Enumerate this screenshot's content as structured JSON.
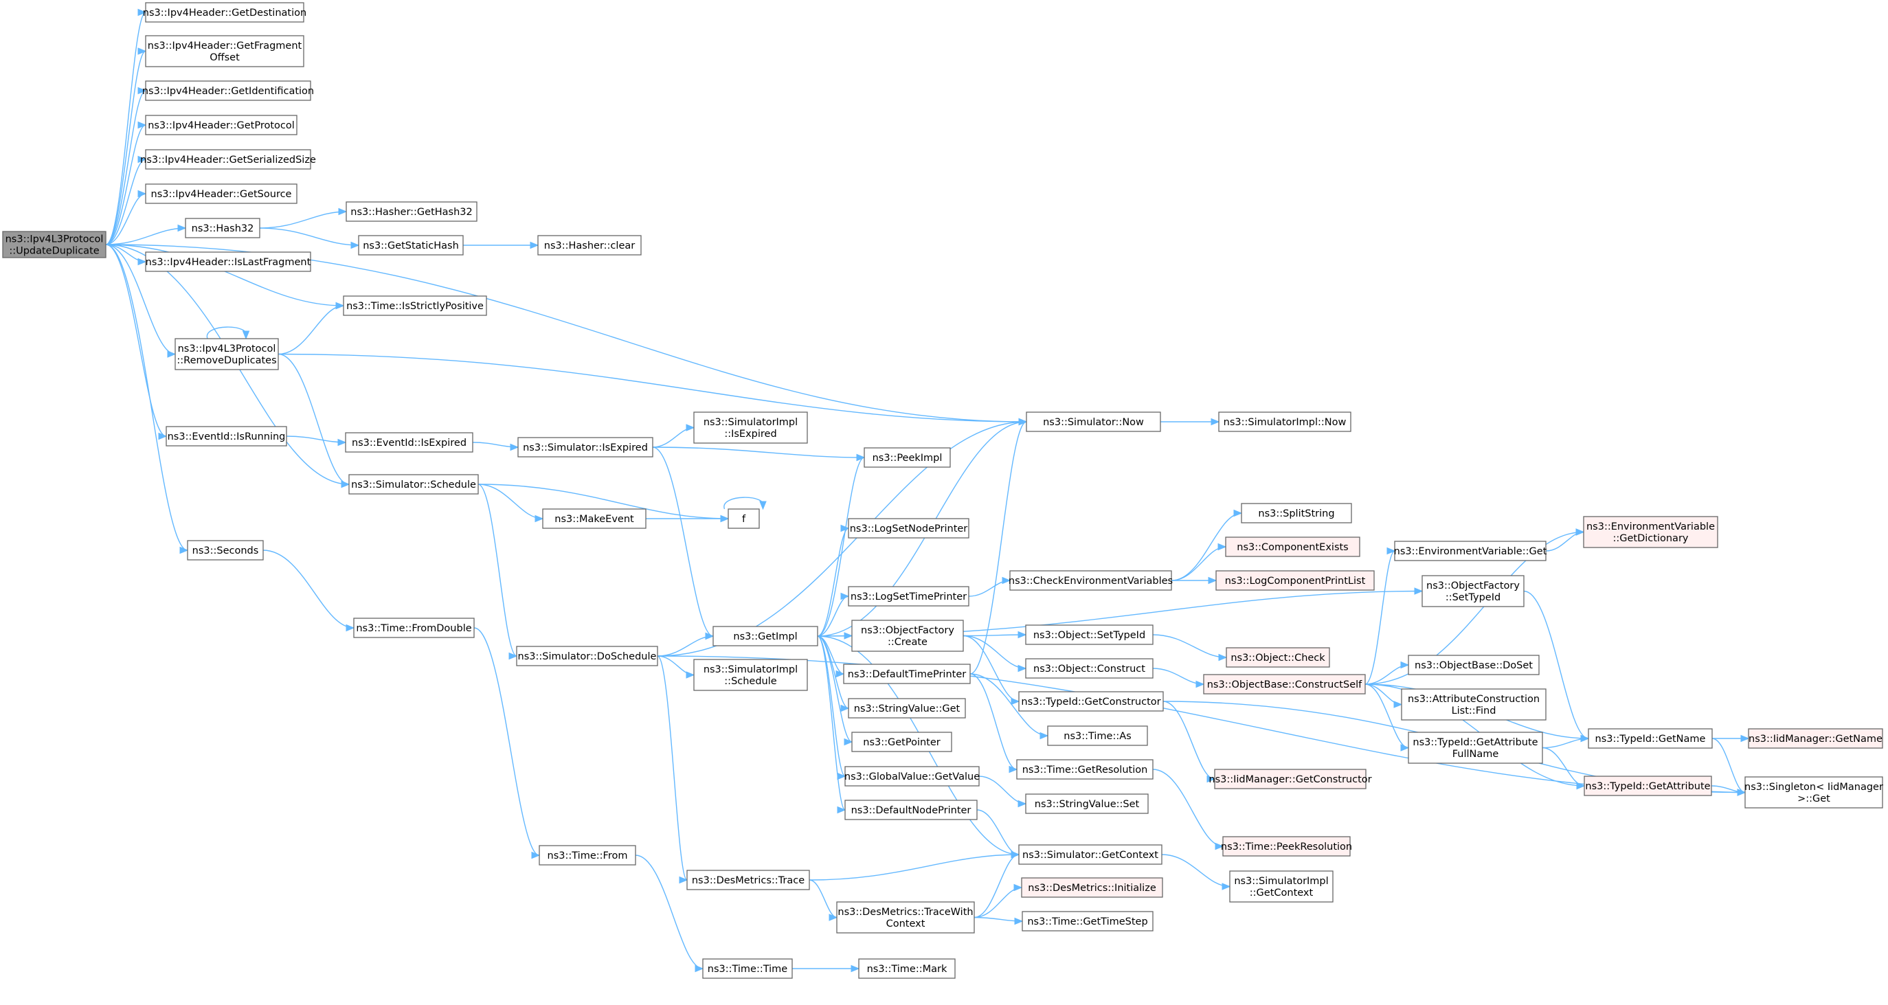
{
  "colors": {
    "edge": "#63b8ff",
    "node_fill": "#ffffff",
    "node_border": "#666666",
    "root_fill": "#999999",
    "truncated_border": "#ff0000",
    "truncated_fill": "#fff0f0"
  },
  "nodes": [
    {
      "id": "root",
      "lines": [
        "ns3::Ipv4L3Protocol",
        "::UpdateDuplicate"
      ],
      "style": "root"
    },
    {
      "id": "getdest",
      "lines": [
        "ns3::Ipv4Header::GetDestination"
      ]
    },
    {
      "id": "getfrag",
      "lines": [
        "ns3::Ipv4Header::GetFragment",
        "Offset"
      ]
    },
    {
      "id": "getident",
      "lines": [
        "ns3::Ipv4Header::GetIdentification"
      ]
    },
    {
      "id": "getproto",
      "lines": [
        "ns3::Ipv4Header::GetProtocol"
      ]
    },
    {
      "id": "getser",
      "lines": [
        "ns3::Ipv4Header::GetSerializedSize"
      ]
    },
    {
      "id": "getsrc",
      "lines": [
        "ns3::Ipv4Header::GetSource"
      ]
    },
    {
      "id": "hash32",
      "lines": [
        "ns3::Hash32"
      ]
    },
    {
      "id": "islast",
      "lines": [
        "ns3::Ipv4Header::IsLastFragment"
      ]
    },
    {
      "id": "removedup",
      "lines": [
        "ns3::Ipv4L3Protocol",
        "::RemoveDuplicates"
      ]
    },
    {
      "id": "evrunning",
      "lines": [
        "ns3::EventId::IsRunning"
      ]
    },
    {
      "id": "seconds",
      "lines": [
        "ns3::Seconds"
      ]
    },
    {
      "id": "hashergethash",
      "lines": [
        "ns3::Hasher::GetHash32"
      ]
    },
    {
      "id": "getstatichash",
      "lines": [
        "ns3::GetStaticHash"
      ]
    },
    {
      "id": "hasherclear",
      "lines": [
        "ns3::Hasher::clear"
      ]
    },
    {
      "id": "isstrictly",
      "lines": [
        "ns3::Time::IsStrictlyPositive"
      ]
    },
    {
      "id": "evexpired",
      "lines": [
        "ns3::EventId::IsExpired"
      ]
    },
    {
      "id": "schedule",
      "lines": [
        "ns3::Simulator::Schedule"
      ]
    },
    {
      "id": "fromdouble",
      "lines": [
        "ns3::Time::FromDouble"
      ]
    },
    {
      "id": "timefrom",
      "lines": [
        "ns3::Time::From"
      ]
    },
    {
      "id": "timetime",
      "lines": [
        "ns3::Time::Time"
      ]
    },
    {
      "id": "timemark",
      "lines": [
        "ns3::Time::Mark"
      ]
    },
    {
      "id": "simexpired",
      "lines": [
        "ns3::Simulator::IsExpired"
      ]
    },
    {
      "id": "implexpired",
      "lines": [
        "ns3::SimulatorImpl",
        "::IsExpired"
      ]
    },
    {
      "id": "makeevent",
      "lines": [
        "ns3::MakeEvent"
      ]
    },
    {
      "id": "f",
      "lines": [
        "f"
      ]
    },
    {
      "id": "doschedule",
      "lines": [
        "ns3::Simulator::DoSchedule"
      ]
    },
    {
      "id": "getimpl",
      "lines": [
        "ns3::GetImpl"
      ]
    },
    {
      "id": "implschedule",
      "lines": [
        "ns3::SimulatorImpl",
        "::Schedule"
      ]
    },
    {
      "id": "destrace",
      "lines": [
        "ns3::DesMetrics::Trace"
      ]
    },
    {
      "id": "peekimpl",
      "lines": [
        "ns3::PeekImpl"
      ]
    },
    {
      "id": "simnow",
      "lines": [
        "ns3::Simulator::Now"
      ]
    },
    {
      "id": "implnow",
      "lines": [
        "ns3::SimulatorImpl::Now"
      ]
    },
    {
      "id": "logsetnode",
      "lines": [
        "ns3::LogSetNodePrinter"
      ]
    },
    {
      "id": "logsettime",
      "lines": [
        "ns3::LogSetTimePrinter"
      ]
    },
    {
      "id": "ofcreate",
      "lines": [
        "ns3::ObjectFactory",
        "::Create"
      ]
    },
    {
      "id": "deftimeprinter",
      "lines": [
        "ns3::DefaultTimePrinter"
      ]
    },
    {
      "id": "strvalget",
      "lines": [
        "ns3::StringValue::Get"
      ]
    },
    {
      "id": "getpointer",
      "lines": [
        "ns3::GetPointer"
      ]
    },
    {
      "id": "gvgetvalue",
      "lines": [
        "ns3::GlobalValue::GetValue"
      ]
    },
    {
      "id": "defnodeprinter",
      "lines": [
        "ns3::DefaultNodePrinter"
      ]
    },
    {
      "id": "checkenv",
      "lines": [
        "ns3::CheckEnvironmentVariables"
      ]
    },
    {
      "id": "splitstring",
      "lines": [
        "ns3::SplitString"
      ]
    },
    {
      "id": "compexists",
      "lines": [
        "ns3::ComponentExists"
      ],
      "style": "truncated"
    },
    {
      "id": "logcomplist",
      "lines": [
        "ns3::LogComponentPrintList"
      ],
      "style": "truncated"
    },
    {
      "id": "objsettypeid",
      "lines": [
        "ns3::Object::SetTypeId"
      ]
    },
    {
      "id": "objcheck",
      "lines": [
        "ns3::Object::Check"
      ],
      "style": "truncated"
    },
    {
      "id": "objconstruct",
      "lines": [
        "ns3::Object::Construct"
      ]
    },
    {
      "id": "constructself",
      "lines": [
        "ns3::ObjectBase::ConstructSelf"
      ],
      "style": "truncated"
    },
    {
      "id": "tidgetctor",
      "lines": [
        "ns3::TypeId::GetConstructor"
      ]
    },
    {
      "id": "timeas",
      "lines": [
        "ns3::Time::As"
      ]
    },
    {
      "id": "timegetres",
      "lines": [
        "ns3::Time::GetResolution"
      ]
    },
    {
      "id": "strvalset",
      "lines": [
        "ns3::StringValue::Set"
      ]
    },
    {
      "id": "iidgetctor",
      "lines": [
        "ns3::IidManager::GetConstructor"
      ],
      "style": "truncated"
    },
    {
      "id": "timepeekres",
      "lines": [
        "ns3::Time::PeekResolution"
      ],
      "style": "truncated"
    },
    {
      "id": "simgetctx",
      "lines": [
        "ns3::Simulator::GetContext"
      ]
    },
    {
      "id": "implgetctx",
      "lines": [
        "ns3::SimulatorImpl",
        "::GetContext"
      ]
    },
    {
      "id": "destracewith",
      "lines": [
        "ns3::DesMetrics::TraceWith",
        "Context"
      ]
    },
    {
      "id": "desinit",
      "lines": [
        "ns3::DesMetrics::Initialize"
      ],
      "style": "truncated"
    },
    {
      "id": "timegetstep",
      "lines": [
        "ns3::Time::GetTimeStep"
      ]
    },
    {
      "id": "envget",
      "lines": [
        "ns3::EnvironmentVariable::Get"
      ]
    },
    {
      "id": "envgetdict",
      "lines": [
        "ns3::EnvironmentVariable",
        "::GetDictionary"
      ],
      "style": "truncated"
    },
    {
      "id": "ofsettypeid",
      "lines": [
        "ns3::ObjectFactory",
        "::SetTypeId"
      ]
    },
    {
      "id": "objdoset",
      "lines": [
        "ns3::ObjectBase::DoSet"
      ]
    },
    {
      "id": "acfind",
      "lines": [
        "ns3::AttributeConstruction",
        "List::Find"
      ]
    },
    {
      "id": "tidgetattrfull",
      "lines": [
        "ns3::TypeId::GetAttribute",
        "FullName"
      ]
    },
    {
      "id": "tidgetname",
      "lines": [
        "ns3::TypeId::GetName"
      ]
    },
    {
      "id": "iidgetname",
      "lines": [
        "ns3::IidManager::GetName"
      ],
      "style": "truncated"
    },
    {
      "id": "tidgetattr",
      "lines": [
        "ns3::TypeId::GetAttribute"
      ],
      "style": "truncated"
    },
    {
      "id": "singleton",
      "lines": [
        "ns3::Singleton< IidManager",
        " >::Get"
      ]
    }
  ],
  "edges": [
    [
      "root",
      "getdest"
    ],
    [
      "root",
      "getfrag"
    ],
    [
      "root",
      "getident"
    ],
    [
      "root",
      "getproto"
    ],
    [
      "root",
      "getser"
    ],
    [
      "root",
      "getsrc"
    ],
    [
      "root",
      "hash32"
    ],
    [
      "root",
      "islast"
    ],
    [
      "root",
      "isstrictly"
    ],
    [
      "root",
      "removedup"
    ],
    [
      "root",
      "simnow"
    ],
    [
      "root",
      "evrunning"
    ],
    [
      "root",
      "schedule"
    ],
    [
      "root",
      "seconds"
    ],
    [
      "hash32",
      "hashergethash"
    ],
    [
      "hash32",
      "getstatichash"
    ],
    [
      "getstatichash",
      "hasherclear"
    ],
    [
      "removedup",
      "removedup"
    ],
    [
      "removedup",
      "isstrictly"
    ],
    [
      "removedup",
      "simnow"
    ],
    [
      "removedup",
      "schedule"
    ],
    [
      "simnow",
      "implnow"
    ],
    [
      "evrunning",
      "evexpired"
    ],
    [
      "evexpired",
      "simexpired"
    ],
    [
      "simexpired",
      "implexpired"
    ],
    [
      "simexpired",
      "peekimpl"
    ],
    [
      "simexpired",
      "getimpl"
    ],
    [
      "schedule",
      "f"
    ],
    [
      "schedule",
      "makeevent"
    ],
    [
      "schedule",
      "doschedule"
    ],
    [
      "makeevent",
      "f"
    ],
    [
      "f",
      "f"
    ],
    [
      "seconds",
      "fromdouble"
    ],
    [
      "fromdouble",
      "timefrom"
    ],
    [
      "timefrom",
      "timetime"
    ],
    [
      "timetime",
      "timemark"
    ],
    [
      "doschedule",
      "simnow"
    ],
    [
      "doschedule",
      "getimpl"
    ],
    [
      "doschedule",
      "implschedule"
    ],
    [
      "doschedule",
      "destrace"
    ],
    [
      "doschedule",
      "singleton"
    ],
    [
      "getimpl",
      "peekimpl"
    ],
    [
      "getimpl",
      "simnow"
    ],
    [
      "getimpl",
      "logsetnode"
    ],
    [
      "getimpl",
      "logsettime"
    ],
    [
      "getimpl",
      "ofcreate"
    ],
    [
      "getimpl",
      "deftimeprinter"
    ],
    [
      "getimpl",
      "strvalget"
    ],
    [
      "getimpl",
      "getpointer"
    ],
    [
      "getimpl",
      "gvgetvalue"
    ],
    [
      "getimpl",
      "defnodeprinter"
    ],
    [
      "getimpl",
      "simgetctx"
    ],
    [
      "getimpl",
      "ofsettypeid"
    ],
    [
      "logsettime",
      "checkenv"
    ],
    [
      "checkenv",
      "splitstring"
    ],
    [
      "checkenv",
      "compexists"
    ],
    [
      "checkenv",
      "logcomplist"
    ],
    [
      "ofcreate",
      "objsettypeid"
    ],
    [
      "ofcreate",
      "objconstruct"
    ],
    [
      "ofcreate",
      "tidgetctor"
    ],
    [
      "objsettypeid",
      "objcheck"
    ],
    [
      "objconstruct",
      "constructself"
    ],
    [
      "deftimeprinter",
      "simnow"
    ],
    [
      "deftimeprinter",
      "timeas"
    ],
    [
      "deftimeprinter",
      "timegetres"
    ],
    [
      "gvgetvalue",
      "strvalset"
    ],
    [
      "defnodeprinter",
      "simgetctx"
    ],
    [
      "tidgetctor",
      "iidgetctor"
    ],
    [
      "tidgetctor",
      "singleton"
    ],
    [
      "timegetres",
      "timepeekres"
    ],
    [
      "simgetctx",
      "implgetctx"
    ],
    [
      "destrace",
      "simgetctx"
    ],
    [
      "destrace",
      "destracewith"
    ],
    [
      "destracewith",
      "simgetctx"
    ],
    [
      "destracewith",
      "desinit"
    ],
    [
      "destracewith",
      "timegetstep"
    ],
    [
      "constructself",
      "envget"
    ],
    [
      "constructself",
      "envgetdict"
    ],
    [
      "constructself",
      "objdoset"
    ],
    [
      "constructself",
      "acfind"
    ],
    [
      "constructself",
      "tidgetattrfull"
    ],
    [
      "constructself",
      "tidgetattr"
    ],
    [
      "constructself",
      "tidgetname"
    ],
    [
      "envget",
      "envgetdict"
    ],
    [
      "ofsettypeid",
      "tidgetname"
    ],
    [
      "tidgetattrfull",
      "tidgetname"
    ],
    [
      "tidgetattrfull",
      "tidgetattr"
    ],
    [
      "tidgetname",
      "iidgetname"
    ],
    [
      "tidgetname",
      "singleton"
    ],
    [
      "tidgetattr",
      "singleton"
    ]
  ]
}
